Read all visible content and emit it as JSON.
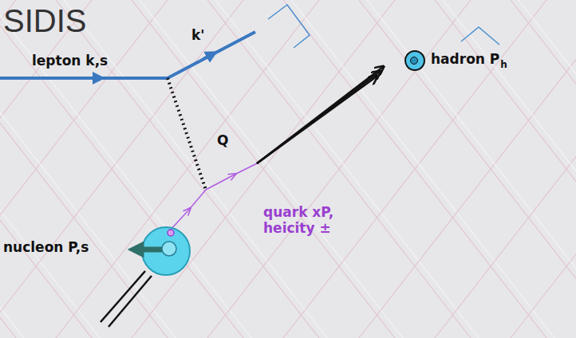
{
  "diagram": {
    "title": "SIDIS",
    "labels": [
      "lepton k,s",
      "k'",
      "Q",
      "hadron P",
      "h",
      "nucleon P,s",
      "quark xP, heicity ±"
    ]
  }
}
